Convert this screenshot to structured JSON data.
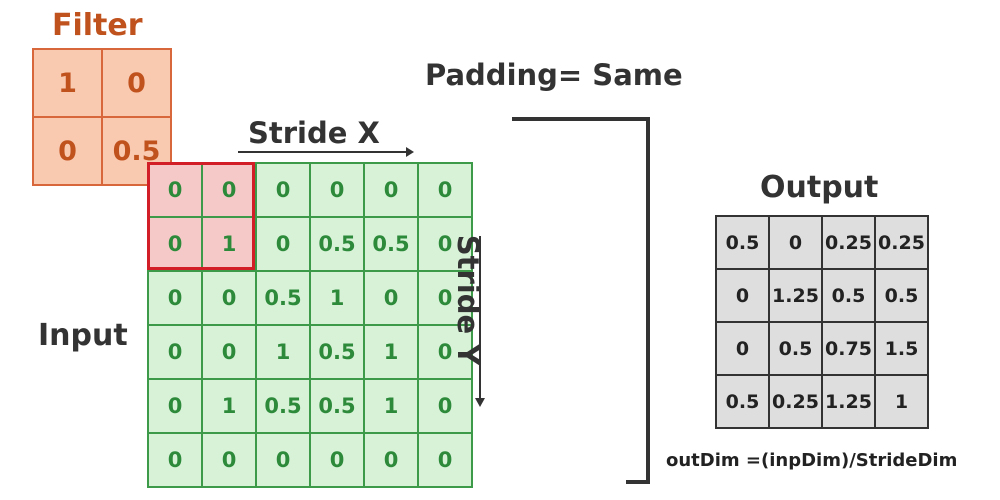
{
  "filter": {
    "title": "Filter",
    "cells": [
      "1",
      "0",
      "0",
      "0.5"
    ]
  },
  "input": {
    "label": "Input",
    "cells": [
      "0",
      "0",
      "0",
      "0",
      "0",
      "0",
      "0",
      "1",
      "0",
      "0.5",
      "0.5",
      "0",
      "0",
      "0",
      "0.5",
      "1",
      "0",
      "0",
      "0",
      "0",
      "1",
      "0.5",
      "1",
      "0",
      "0",
      "1",
      "0.5",
      "0.5",
      "1",
      "0",
      "0",
      "0",
      "0",
      "0",
      "0",
      "0"
    ],
    "highlighted_indices": [
      0,
      1,
      6,
      7
    ]
  },
  "stride_x_label": "Stride X",
  "stride_y_label": "Stride Y",
  "padding_label": "Padding= Same",
  "output": {
    "title": "Output",
    "cells": [
      "0.5",
      "0",
      "0.25",
      "0.25",
      "0",
      "1.25",
      "0.5",
      "0.5",
      "0",
      "0.5",
      "0.75",
      "1.5",
      "0.5",
      "0.25",
      "1.25",
      "1"
    ]
  },
  "formula": "outDim =(inpDim)/StrideDim",
  "colors": {
    "filter_text": "#c0521e",
    "input_border": "#3c9a49",
    "highlight_border": "#d21f27",
    "output_fill": "#dedede"
  }
}
